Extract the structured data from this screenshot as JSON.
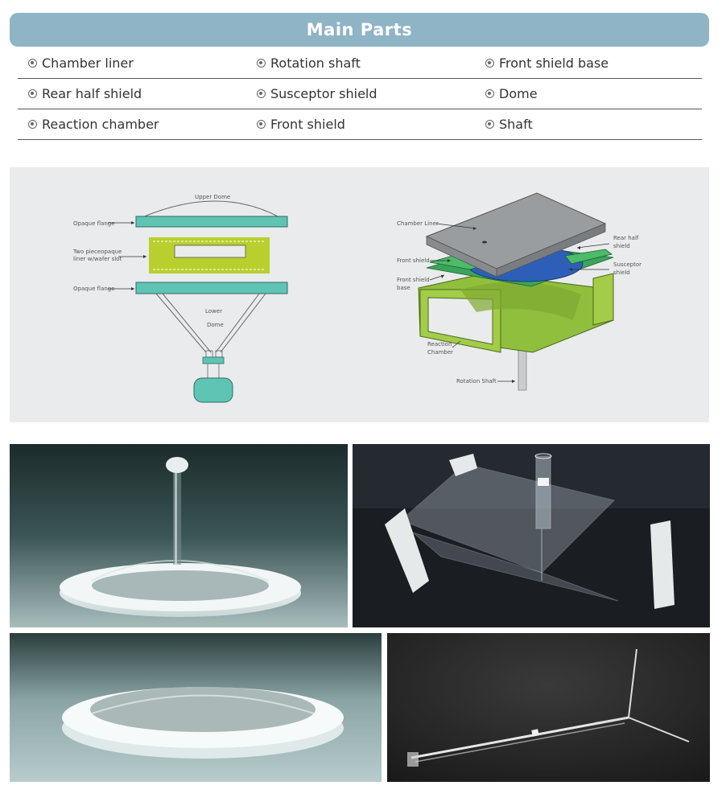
{
  "header": {
    "title": "Main Parts"
  },
  "parts": [
    [
      "Chamber liner",
      "Rotation shaft",
      "Front shield base"
    ],
    [
      "Rear half shield",
      "Susceptor shield",
      "Dome"
    ],
    [
      "Reaction chamber",
      "Front shield",
      "Shaft"
    ]
  ],
  "left_diagram": {
    "upper_dome": "Upper Dome",
    "opaque_flange_top": "Opaque flange",
    "liner_line1": "Two pieceopaque",
    "liner_line2": "liner w/wafer slot",
    "opaque_flange_bottom": "Opaque flange",
    "lower": "Lower",
    "dome": "Dome"
  },
  "right_diagram": {
    "chamber_liner": "Chamber Liner",
    "rear_half_line1": "Rear half",
    "rear_half_line2": "shield",
    "front_shield": "Front shield",
    "susceptor_line1": "Susceptor",
    "susceptor_line2": "shield",
    "front_shield_base_line1": "Front shield",
    "front_shield_base_line2": "base",
    "reaction_line1": "Reaction",
    "reaction_line2": "Chamber",
    "rotation_shaft": "Rotation Shaft"
  },
  "colors": {
    "header_bg": "#8fb4c6",
    "flange_teal": "#5fc4b4",
    "liner_yellow": "#b9cf2e",
    "reaction_green": "#8fbf3c",
    "shield_green": "#3aa55a",
    "susceptor_blue": "#2d5fb8"
  }
}
